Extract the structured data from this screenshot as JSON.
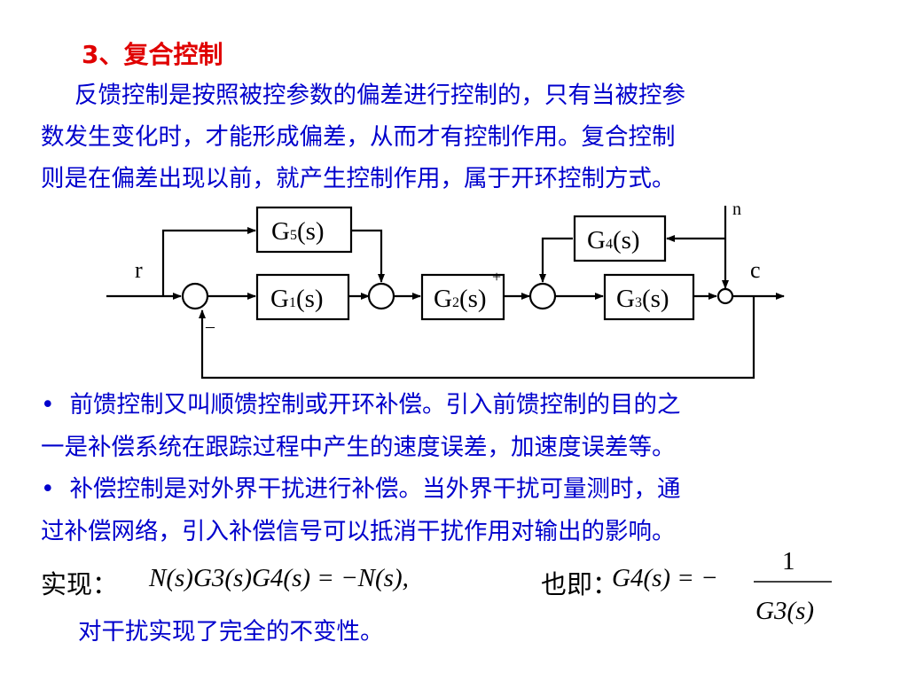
{
  "title": "3、复合控制",
  "paragraph": [
    "反馈控制是按照被控参数的偏差进行控制的，只有当被控参",
    "数发生变化时，才能形成偏差，从而才有控制作用。复合控制",
    "则是在偏差出现以前，就产生控制作用，属于开环控制方式。"
  ],
  "diagram": {
    "blocks": {
      "g1": {
        "base": "G",
        "sub": "1",
        "arg": "(s)"
      },
      "g2": {
        "base": "G",
        "sub": "2",
        "arg": "(s)"
      },
      "g3": {
        "base": "G",
        "sub": "3",
        "arg": "(s)"
      },
      "g4": {
        "base": "G",
        "sub": "4",
        "arg": "(s)"
      },
      "g5": {
        "base": "G",
        "sub": "5",
        "arg": "(s)"
      }
    },
    "labels": {
      "r": "r",
      "c": "c",
      "n": "n",
      "plus": "+",
      "minus": "–"
    }
  },
  "bullets": [
    {
      "marker": "•",
      "lines": [
        "前馈控制又叫顺馈控制或开环补偿。引入前馈控制的目的之",
        "一是补偿系统在跟踪过程中产生的速度误差，加速度误差等。"
      ]
    },
    {
      "marker": "•",
      "lines": [
        "补偿控制是对外界干扰进行补偿。当外界干扰可量测时，通",
        "过补偿网络，引入补偿信号可以抵消干扰作用对输出的影响。"
      ]
    }
  ],
  "realization": {
    "label": "实现：",
    "equation1": "N(s)G3(s)G4(s) = −N(s),",
    "also": "也即：",
    "lhs": "G4(s) = −",
    "numerator": "1",
    "denominator": "G3(s)"
  },
  "conclusion": "对干扰实现了完全的不变性。",
  "colors": {
    "title": "#e00000",
    "body": "#0000cc",
    "diagram": "#000000"
  }
}
